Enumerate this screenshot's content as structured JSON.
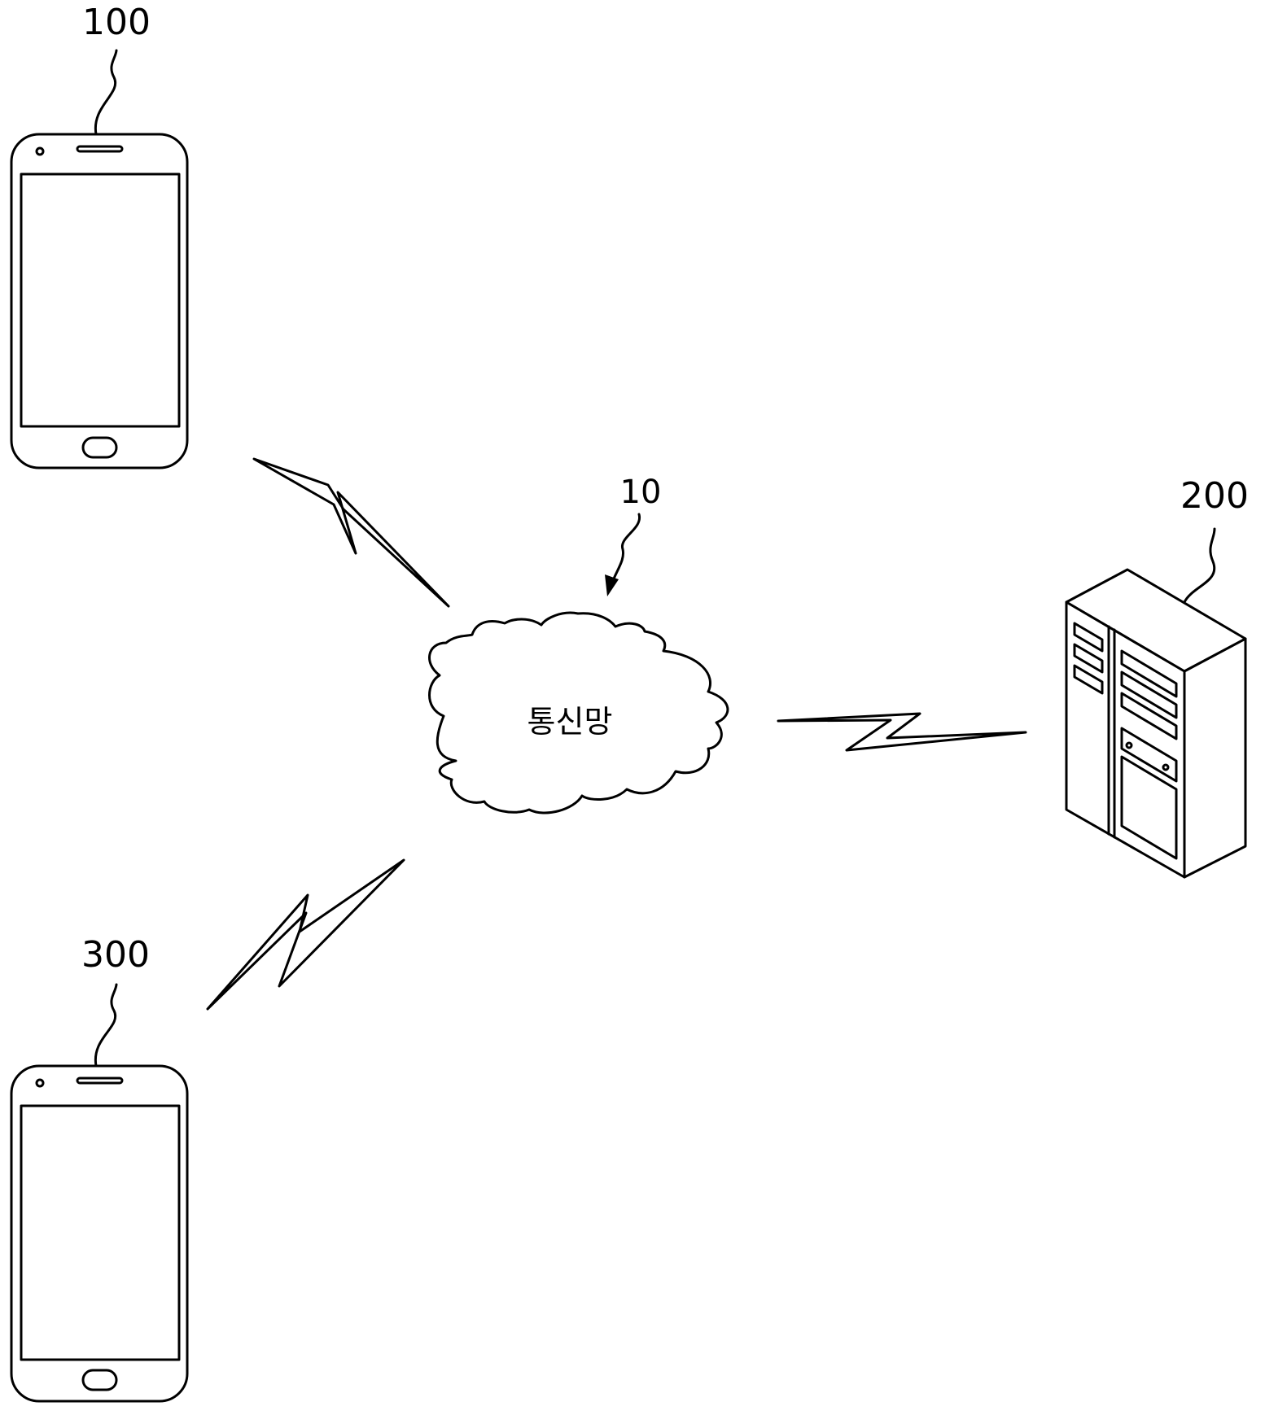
{
  "labels": {
    "device_top": "100",
    "server": "200",
    "device_bottom": "300",
    "network": "10"
  },
  "network_text": "통신망"
}
